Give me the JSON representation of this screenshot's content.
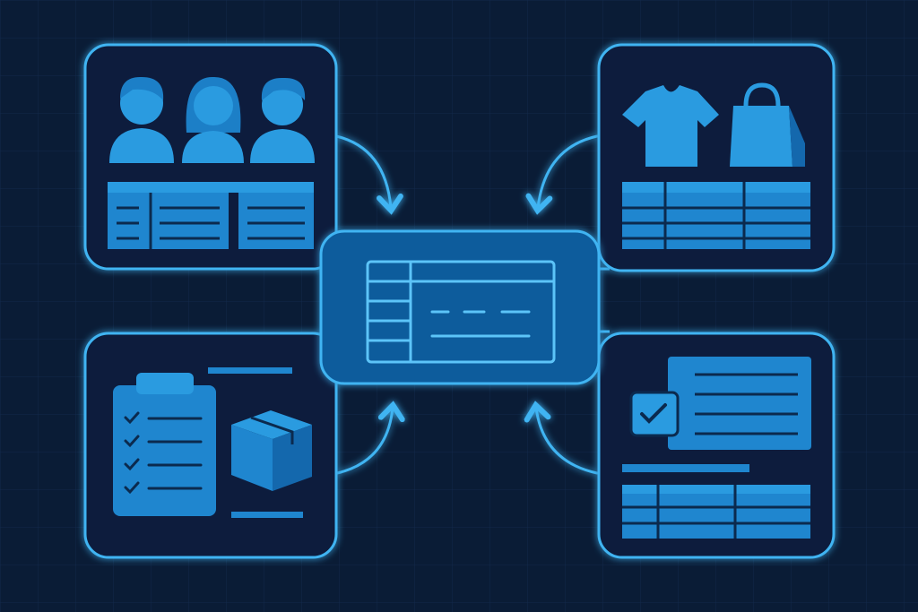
{
  "colors": {
    "background": "#0a1c36",
    "grid": "#12294a",
    "outline": "#3fb4f2",
    "fill": "#1f86cf",
    "fill_dark": "#1468ad",
    "center_fill": "#0f5c9c",
    "line_dark": "#0b2a4e"
  },
  "panels": [
    {
      "id": "customers",
      "icons": [
        "person-icon",
        "person-icon",
        "person-icon",
        "table-icon"
      ]
    },
    {
      "id": "products",
      "icons": [
        "t-shirt-icon",
        "shopping-bag-icon",
        "table-icon"
      ]
    },
    {
      "id": "orders",
      "icons": [
        "clipboard-checklist-icon",
        "package-box-icon"
      ]
    },
    {
      "id": "records",
      "icons": [
        "checkbox-icon",
        "document-icon",
        "table-icon"
      ]
    }
  ],
  "center": {
    "icon": "table-icon"
  },
  "arrows": [
    "curved-arrow-icon",
    "curved-arrow-icon",
    "curved-arrow-icon",
    "curved-arrow-icon"
  ]
}
